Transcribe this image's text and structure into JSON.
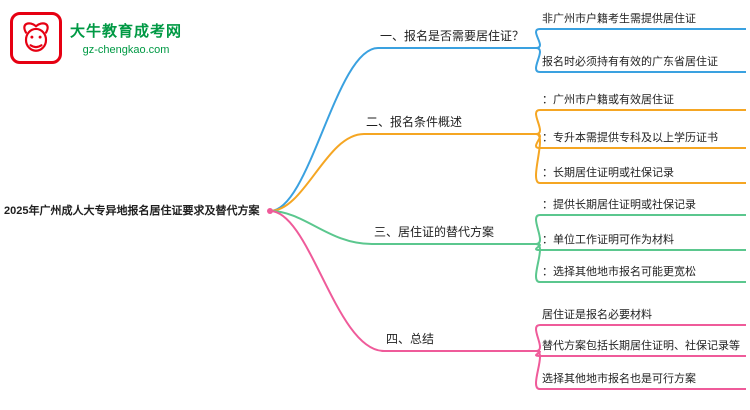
{
  "logo": {
    "title": "大牛教育成考网",
    "subtitle": "gz-chengkao.com",
    "icon": "bull-icon"
  },
  "root": {
    "label": "2025年广州成人大专异地报名居住证要求及替代方案"
  },
  "colors": {
    "blue": "#3aa1e0",
    "orange": "#f5a623",
    "green": "#5bc78e",
    "pink": "#ef5b9a",
    "logo-red": "#e60012",
    "logo-green": "#009944",
    "text": "#1f1f1f"
  },
  "branches": [
    {
      "label": "一、报名是否需要居住证？",
      "color": "blue",
      "children": [
        {
          "label": "非广州市户籍考生需提供居住证"
        },
        {
          "label": "报名时必须持有有效的广东省居住证"
        }
      ]
    },
    {
      "label": "二、报名条件概述",
      "color": "orange",
      "children": [
        {
          "label": "：广州市户籍或有效居住证"
        },
        {
          "label": "：专升本需提供专科及以上学历证书"
        },
        {
          "label": "：长期居住证明或社保记录"
        }
      ]
    },
    {
      "label": "三、居住证的替代方案",
      "color": "green",
      "children": [
        {
          "label": "：提供长期居住证明或社保记录"
        },
        {
          "label": "：单位工作证明可作为材料"
        },
        {
          "label": "：选择其他地市报名可能更宽松"
        }
      ]
    },
    {
      "label": "四、总结",
      "color": "pink",
      "children": [
        {
          "label": "居住证是报名必要材料"
        },
        {
          "label": "替代方案包括长期居住证明、社保记录等"
        },
        {
          "label": "选择其他地市报名也是可行方案"
        }
      ]
    }
  ]
}
